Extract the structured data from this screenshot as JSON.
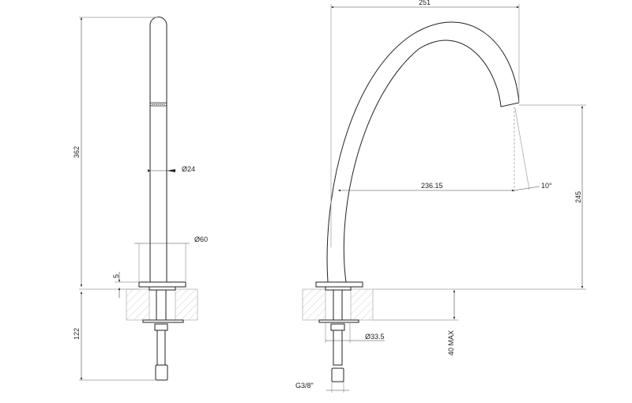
{
  "side_view": {
    "height_total": "362",
    "below_deck": "122",
    "flange_thickness": "5",
    "tube_diameter": "Ø24",
    "flange_diameter": "Ø60"
  },
  "front_view": {
    "reach": "251",
    "spout_reach": "236.15",
    "spray_angle": "10°",
    "spout_height": "245",
    "deck_thickness": "40 MAX",
    "shank_diameter": "Ø33.5",
    "connection": "G3/8\""
  }
}
